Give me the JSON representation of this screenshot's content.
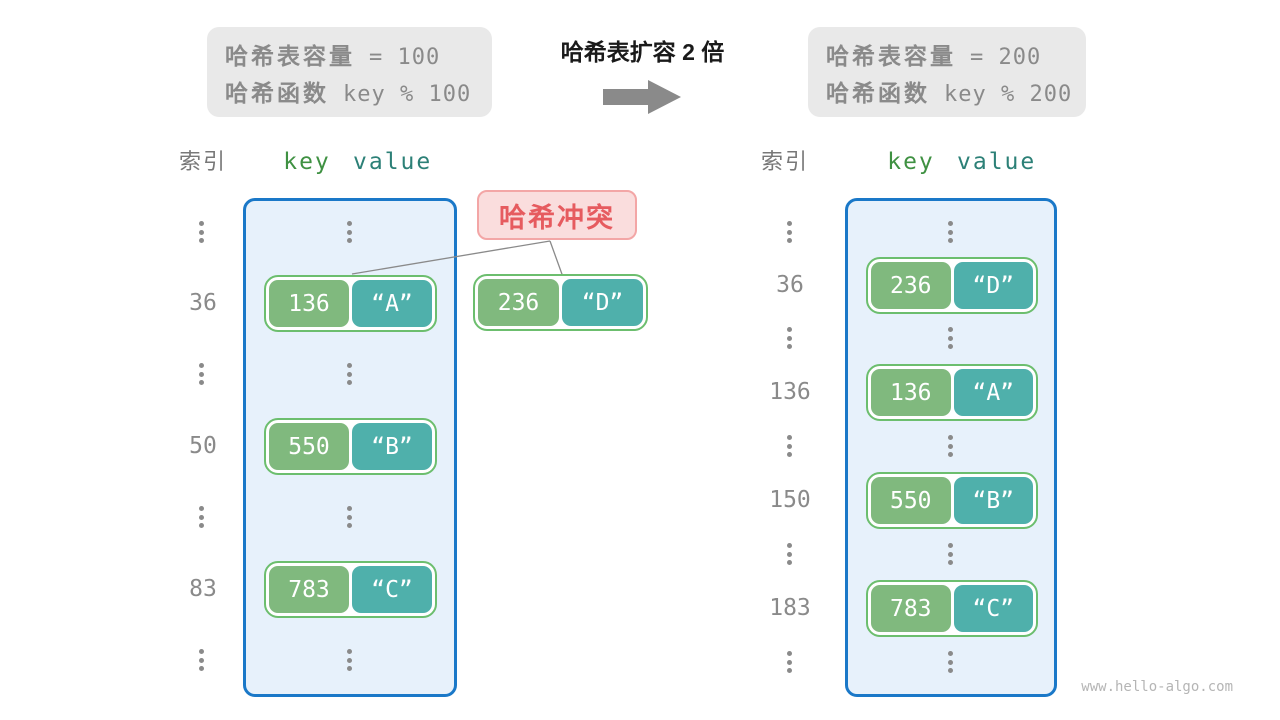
{
  "palette": {
    "info_box_bg": "#e9e9e9",
    "gray_text": "#8a8a8a",
    "container_bg": "#e7f1fb",
    "container_border": "#1a78c8",
    "pill_border": "#6cbe6e",
    "key_bg": "#80b97e",
    "value_bg": "#4fb0ab",
    "key_header_color": "#3f9142",
    "value_header_color": "#2c8077",
    "collision_bg": "#fadddd",
    "collision_border": "#f3a6a6",
    "collision_text": "#e65b5f"
  },
  "before": {
    "capacity_label": "哈希表容量",
    "capacity_value": "= 100",
    "hash_fn_label": "哈希函数",
    "hash_fn_value": "key % 100",
    "index_header": "索引",
    "key_header": "key",
    "value_header": "value",
    "rows": [
      {
        "index": "36",
        "key": "136",
        "value": "“A”"
      },
      {
        "index": "50",
        "key": "550",
        "value": "“B”"
      },
      {
        "index": "83",
        "key": "783",
        "value": "“C”"
      }
    ]
  },
  "transition": {
    "title": "哈希表扩容 2 倍"
  },
  "collision": {
    "label": "哈希冲突",
    "entry": {
      "key": "236",
      "value": "“D”"
    }
  },
  "after": {
    "capacity_label": "哈希表容量",
    "capacity_value": "= 200",
    "hash_fn_label": "哈希函数",
    "hash_fn_value": "key % 200",
    "index_header": "索引",
    "key_header": "key",
    "value_header": "value",
    "rows": [
      {
        "index": "36",
        "key": "236",
        "value": "“D”"
      },
      {
        "index": "136",
        "key": "136",
        "value": "“A”"
      },
      {
        "index": "150",
        "key": "550",
        "value": "“B”"
      },
      {
        "index": "183",
        "key": "783",
        "value": "“C”"
      }
    ]
  },
  "watermark": "www.hello-algo.com"
}
